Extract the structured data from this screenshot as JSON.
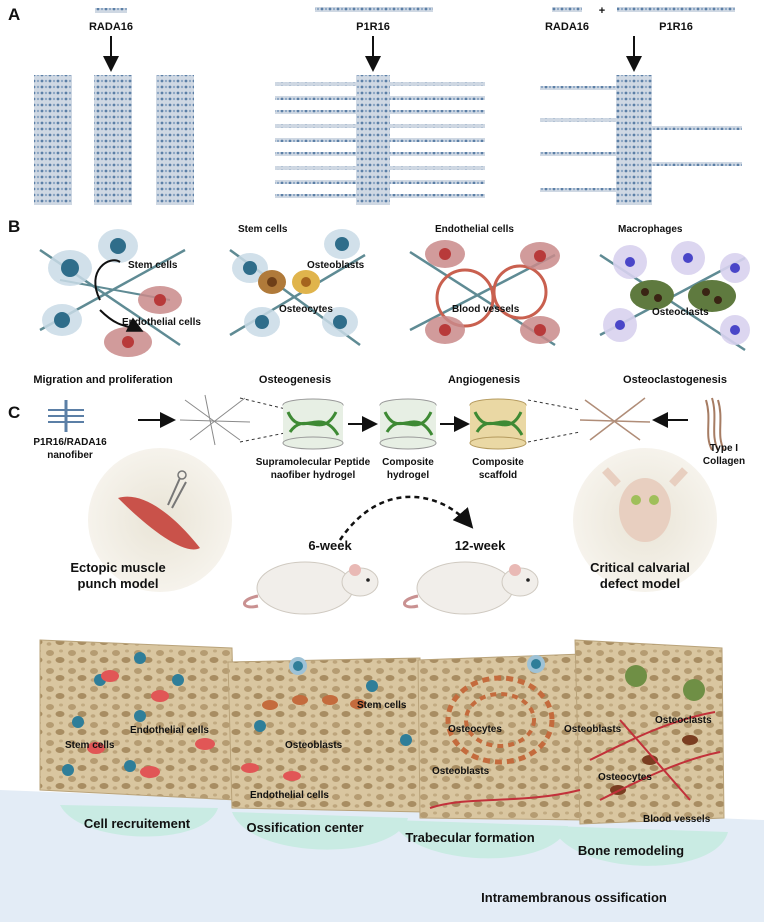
{
  "panelA": {
    "letter": "A",
    "label_rada": "RADA16",
    "label_p1r": "P1R16",
    "label_mix_rada": "RADA16",
    "label_mix_plus": "+",
    "label_mix_p1r": "P1R16"
  },
  "panelB": {
    "letter": "B",
    "g1_cell_a": "Stem cells",
    "g1_cell_b": "Endothelial cells",
    "g1_caption": "Migration and proliferation",
    "g2_cell_a": "Stem cells",
    "g2_cell_b": "Osteoblasts",
    "g2_cell_c": "Osteocytes",
    "g2_caption": "Osteogenesis",
    "g3_cell_a": "Endothelial cells",
    "g3_cell_b": "Blood vessels",
    "g3_caption": "Angiogenesis",
    "g4_cell_a": "Macrophages",
    "g4_cell_b": "Osteoclasts",
    "g4_caption": "Osteoclastogenesis"
  },
  "panelC": {
    "letter": "C",
    "nanofiber_1": "P1R16/RADA16",
    "nanofiber_2": "nanofiber",
    "hydrogel_1": "Supramolecular Peptide",
    "hydrogel_2": "naofiber hydrogel",
    "composite_h1": "Composite",
    "composite_h2": "hydrogel",
    "composite_s1": "Composite",
    "composite_s2": "scaffold",
    "collagen_1": "Type I",
    "collagen_2": "Collagen",
    "ectopic_1": "Ectopic muscle",
    "ectopic_2": "punch model",
    "calvarial_1": "Critical calvarial",
    "calvarial_2": "defect model",
    "week_a": "6-week",
    "week_b": "12-week"
  },
  "bone": {
    "s1_a": "Endothelial cells",
    "s1_b": "Stem cells",
    "s2_a": "Stem cells",
    "s2_b": "Osteoblasts",
    "s2_c": "Endothelial cells",
    "s3_a": "Osteocytes",
    "s3_b": "Osteoblasts",
    "s4_a": "Osteoblasts",
    "s4_b": "Osteoclasts",
    "s4_c": "Osteocytes",
    "s4_d": "Blood vessels",
    "stage_1": "Cell recruitement",
    "stage_2": "Ossification center",
    "stage_3": "Trabecular formation",
    "stage_4": "Bone remodeling",
    "process": "Intramembranous ossification"
  }
}
